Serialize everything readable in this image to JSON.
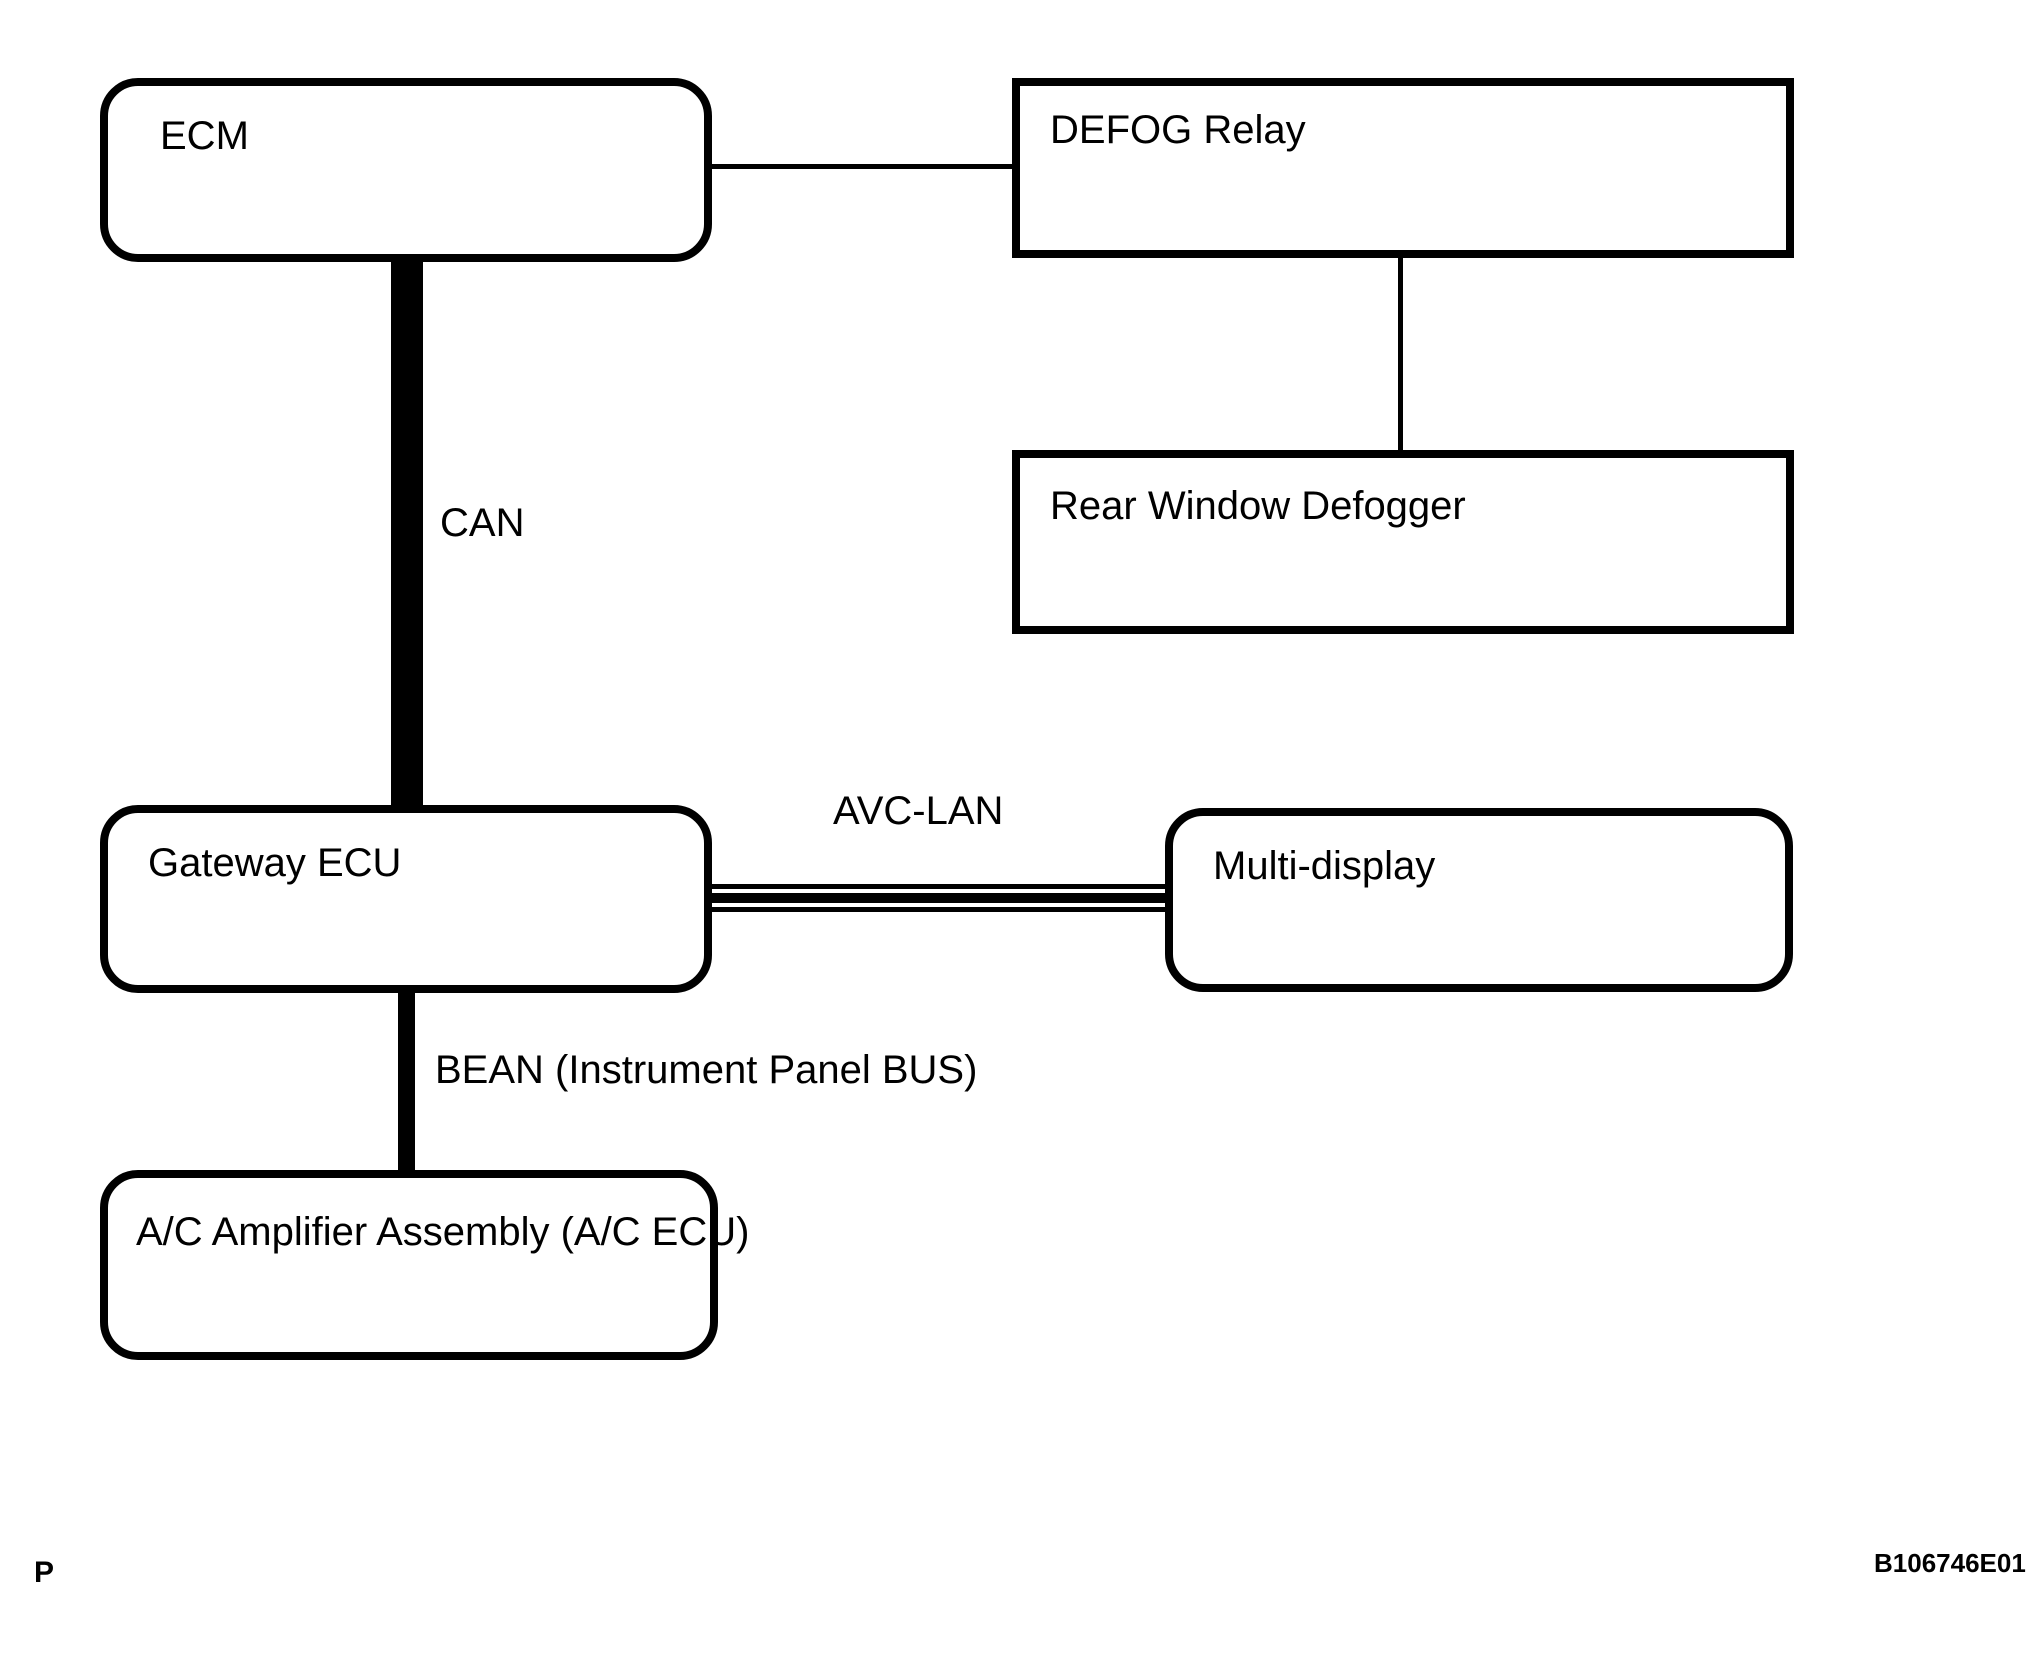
{
  "diagram": {
    "figure_code": "B106746E01",
    "page_marker": "P",
    "colors": {
      "line": "#000000",
      "text": "#000000",
      "background": "#ffffff"
    },
    "nodes": [
      {
        "id": "ecm",
        "label": "ECM",
        "shape": "rounded"
      },
      {
        "id": "defog-relay",
        "label": "DEFOG Relay",
        "shape": "rect"
      },
      {
        "id": "rear-window-defogger",
        "label": "Rear Window Defogger",
        "shape": "rect"
      },
      {
        "id": "gateway-ecu",
        "label": "Gateway ECU",
        "shape": "rounded"
      },
      {
        "id": "multi-display",
        "label": "Multi-display",
        "shape": "rounded"
      },
      {
        "id": "ac-amplifier-assembly",
        "label": "A/C Amplifier Assembly (A/C ECU)",
        "shape": "rounded"
      }
    ],
    "connections": [
      {
        "from": "ecm",
        "to": "defog-relay",
        "style": "thin-line",
        "label": ""
      },
      {
        "from": "defog-relay",
        "to": "rear-window-defogger",
        "style": "thin-line",
        "label": ""
      },
      {
        "from": "ecm",
        "to": "gateway-ecu",
        "style": "thick-bus",
        "label": "CAN"
      },
      {
        "from": "gateway-ecu",
        "to": "multi-display",
        "style": "double-bus",
        "label": "AVC-LAN"
      },
      {
        "from": "gateway-ecu",
        "to": "ac-amplifier-assembly",
        "style": "medium-bus",
        "label": "BEAN (Instrument Panel BUS)"
      }
    ]
  }
}
